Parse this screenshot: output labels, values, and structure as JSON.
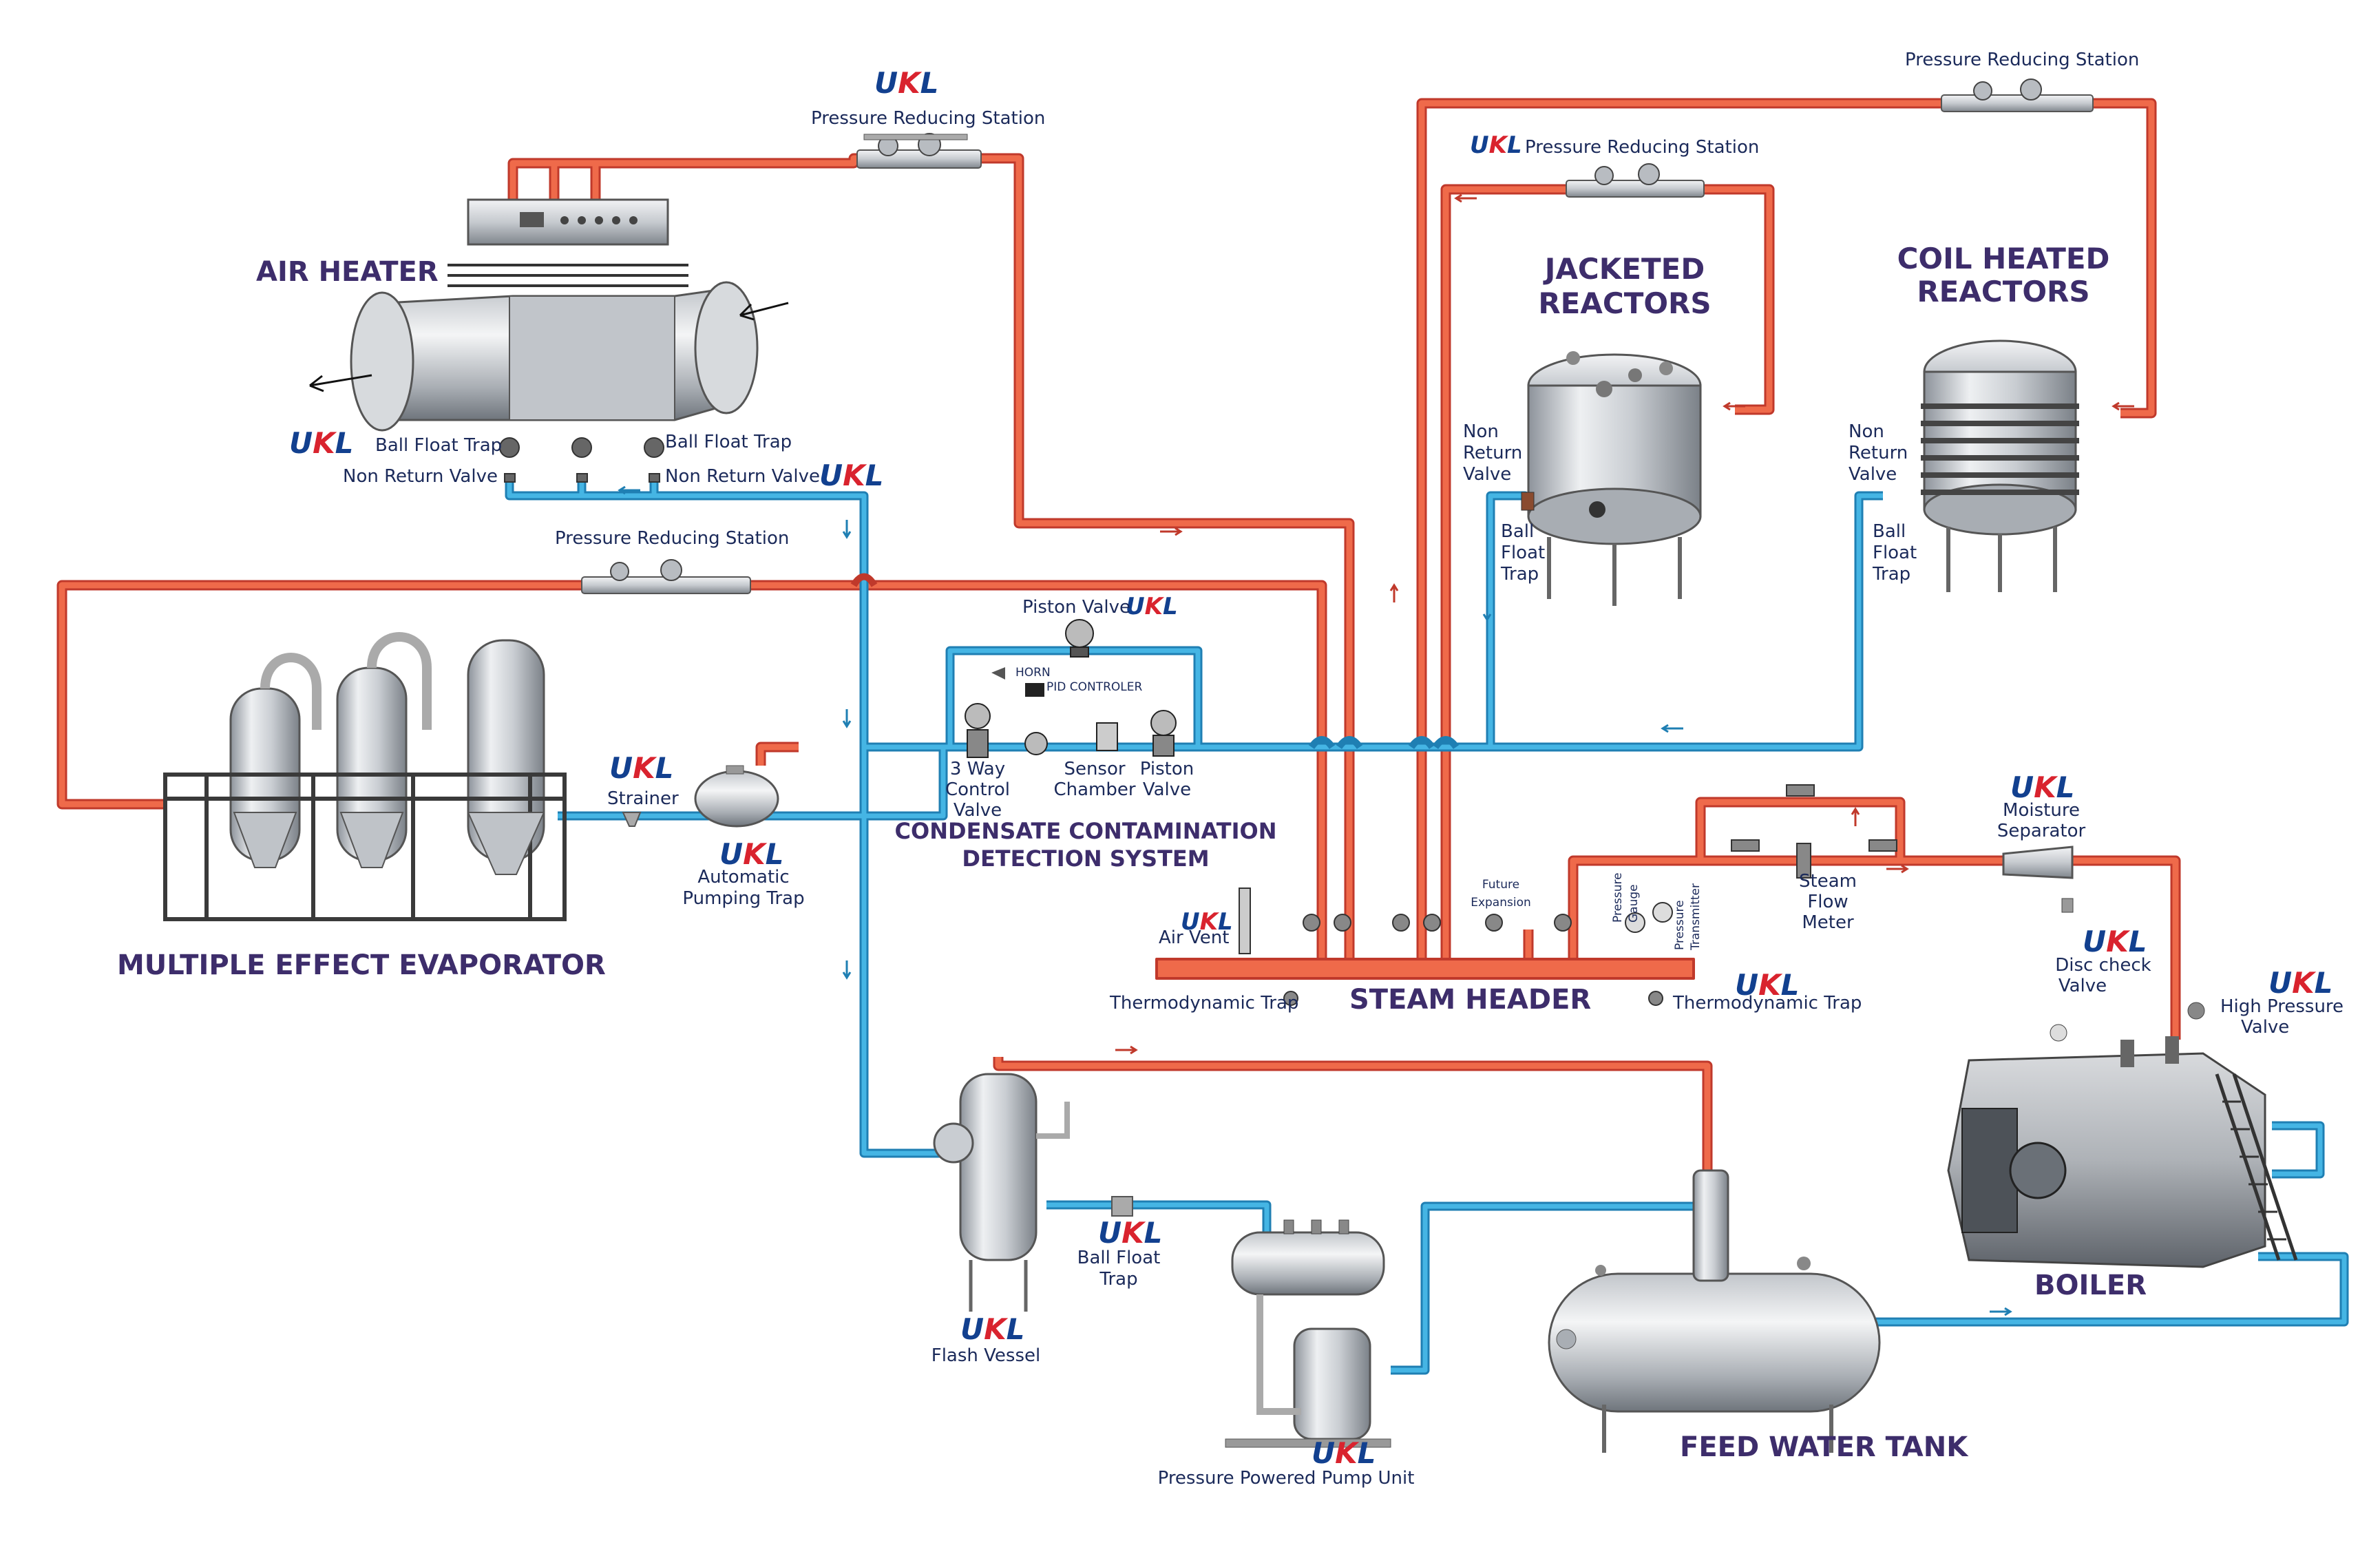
{
  "brand": {
    "logo_left": "U",
    "logo_mid": "K",
    "logo_right": "L",
    "color_blue": "#12408f",
    "color_red": "#d9232e"
  },
  "colors": {
    "steam": "#ef6a4a",
    "steam_outline": "#c0392b",
    "condensate": "#45b5e4",
    "condensate_outline": "#1f7fb3",
    "title": "#3d2d6b",
    "label": "#1b2a5a",
    "equipment": "#d3d6db"
  },
  "titles": {
    "air_heater": "AIR HEATER",
    "jacketed_reactors_1": "JACKETED",
    "jacketed_reactors_2": "REACTORS",
    "coil_heated_reactors_1": "COIL HEATED",
    "coil_heated_reactors_2": "REACTORS",
    "multiple_effect_evaporator": "MULTIPLE EFFECT EVAPORATOR",
    "condensate_contamination_1": "CONDENSATE CONTAMINATION",
    "condensate_contamination_2": "DETECTION SYSTEM",
    "steam_header": "STEAM HEADER",
    "boiler": "BOILER",
    "feed_water_tank": "FEED WATER TANK"
  },
  "labels": {
    "prs_top": "Pressure Reducing Station",
    "prs_jacketed": "Pressure Reducing Station",
    "prs_coil": "Pressure Reducing Station",
    "prs_evaporator": "Pressure Reducing Station",
    "ball_float_trap_left": "Ball Float Trap",
    "ball_float_trap_right": "Ball Float Trap",
    "non_return_valve_left": "Non Return Valve",
    "non_return_valve_right": "Non Return Valve",
    "jr_nrv_1": "Non",
    "jr_nrv_2": "Return",
    "jr_nrv_3": "Valve",
    "jr_bft_1": "Ball",
    "jr_bft_2": "Float",
    "jr_bft_3": "Trap",
    "cr_nrv_1": "Non",
    "cr_nrv_2": "Return",
    "cr_nrv_3": "Valve",
    "cr_bft_1": "Ball",
    "cr_bft_2": "Float",
    "cr_bft_3": "Trap",
    "piston_valve_top": "Piston Valve",
    "horn": "HORN",
    "pid_controller": "PID CONTROLER",
    "three_way_1": "3 Way",
    "three_way_2": "Control",
    "three_way_3": "Valve",
    "sensor_1": "Sensor",
    "sensor_2": "Chamber",
    "piston_1": "Piston",
    "piston_2": "Valve",
    "strainer": "Strainer",
    "auto_pump_1": "Automatic",
    "auto_pump_2": "Pumping Trap",
    "air_vent": "Air Vent",
    "thermo_trap_left": "Thermodynamic Trap",
    "thermo_trap_right": "Thermodynamic Trap",
    "future_1": "Future",
    "future_2": "Expansion",
    "pressure_gauge_1": "Pressure",
    "pressure_gauge_2": "Gauge",
    "pressure_tx_1": "Pressure",
    "pressure_tx_2": "Transmitter",
    "steam_flow_1": "Steam",
    "steam_flow_2": "Flow",
    "steam_flow_3": "Meter",
    "moisture_1": "Moisture",
    "moisture_2": "Separator",
    "disc_check_1": "Disc check",
    "disc_check_2": "Valve",
    "high_pressure_1": "High Pressure",
    "high_pressure_2": "Valve",
    "flash_vessel": "Flash Vessel",
    "bft_bottom_1": "Ball Float",
    "bft_bottom_2": "Trap",
    "pppu": "Pressure Powered Pump Unit"
  }
}
